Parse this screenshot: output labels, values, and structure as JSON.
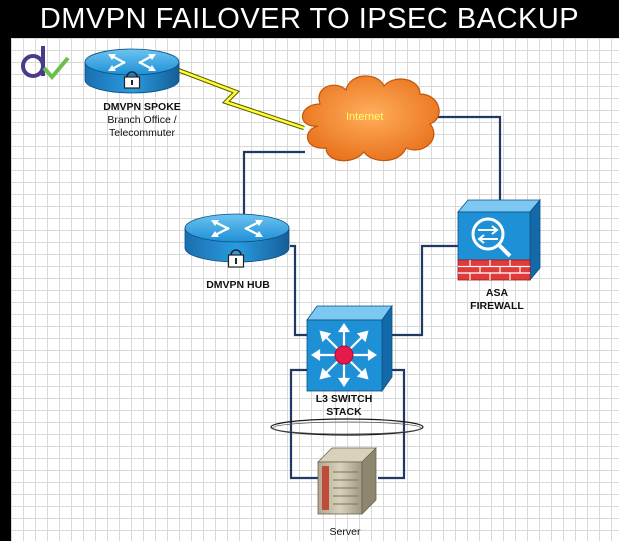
{
  "title": "DMVPN FAILOVER TO IPSEC BACKUP",
  "colors": {
    "title_bg": "#000000",
    "title_text": "#ffffff",
    "link_line": "#1f3864",
    "wan_bolt": "#ffff33",
    "cloud": "#f07d24",
    "router": "#1e90d6",
    "firewall_brick": "#e03a3a",
    "switch_center": "#e6194b"
  },
  "logo": {
    "icon": "dv-checkmark-logo"
  },
  "nodes": {
    "dmvpn_spoke": {
      "name": "DMVPN SPOKE",
      "line1": "Branch Office /",
      "line2": "Telecommuter",
      "icon": "router-lock-icon"
    },
    "internet": {
      "name": "Internet",
      "icon": "cloud-icon"
    },
    "dmvpn_hub": {
      "name": "DMVPN HUB",
      "icon": "router-lock-icon"
    },
    "asa_firewall": {
      "line1": "ASA",
      "line2": "FIREWALL",
      "icon": "firewall-icon"
    },
    "l3_switch": {
      "line1": "L3 SWITCH",
      "line2": "STACK",
      "icon": "l3-switch-icon"
    },
    "server": {
      "name": "Server",
      "icon": "server-icon"
    }
  }
}
